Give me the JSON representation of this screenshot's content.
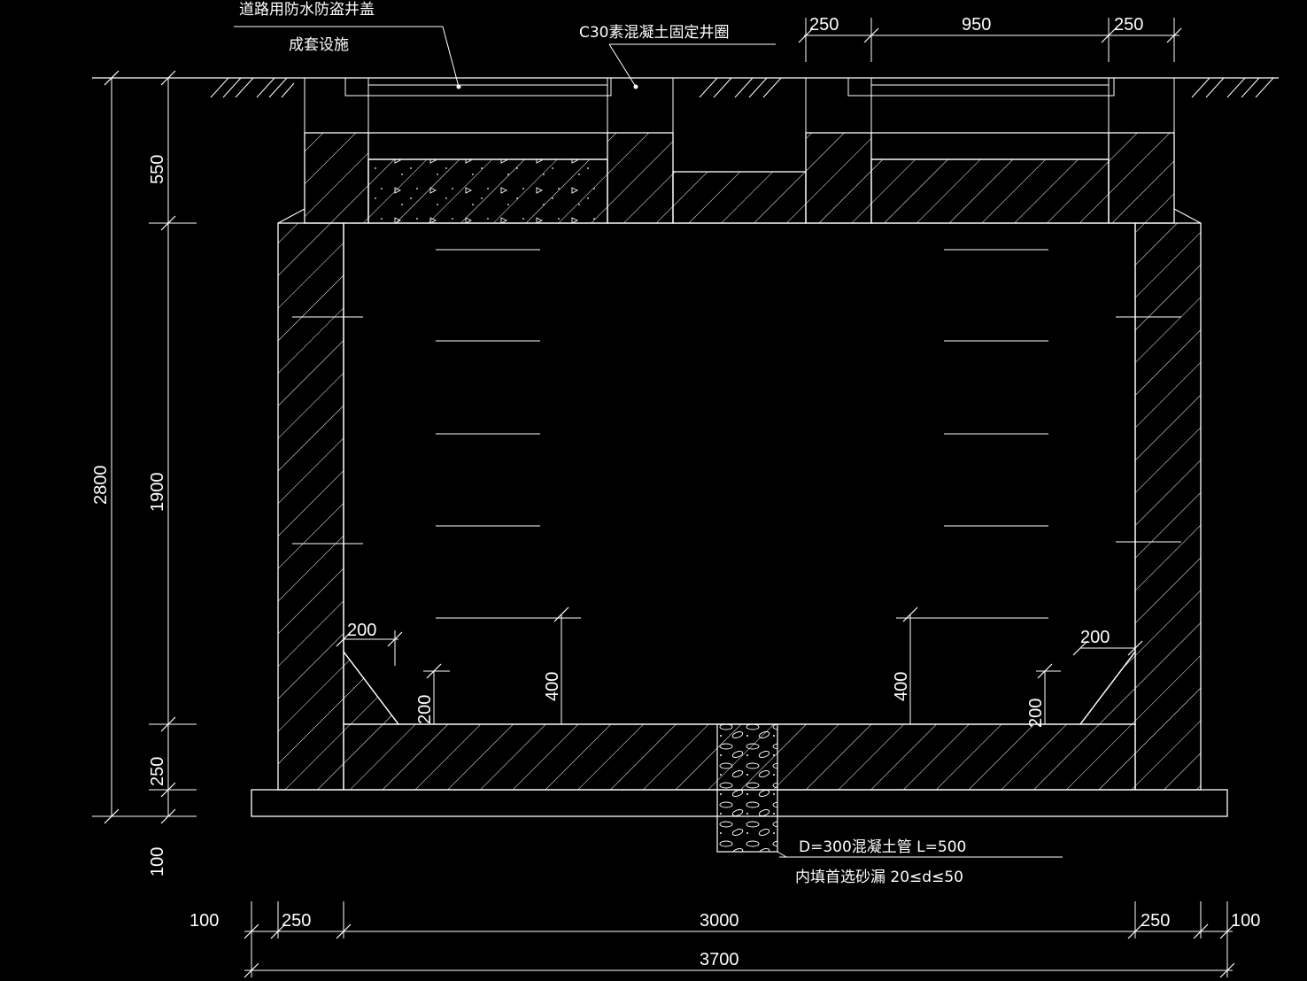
{
  "labels": {
    "cover_line1": "道路用防水防盗井盖",
    "cover_line2": "成套设施",
    "ring": "C30素混凝土固定井圈",
    "pipe_line1": "D=300混凝土管 L=500",
    "pipe_line2": "内填首选砂漏 20≤d≤50"
  },
  "dims": {
    "top_250_left": "250",
    "top_950": "950",
    "top_250_right": "250",
    "left_total": "2800",
    "left_550": "550",
    "left_1900": "1900",
    "left_250": "250",
    "left_100": "100",
    "bottom_100_left": "100",
    "bottom_250_left": "250",
    "bottom_3000": "3000",
    "bottom_250_right": "250",
    "bottom_100_right": "100",
    "bottom_total": "3700",
    "inner_200_left": "200",
    "inner_200_left_v": "200",
    "inner_400_left": "400",
    "inner_400_right": "400",
    "inner_200_right_v": "200",
    "inner_200_right": "200"
  }
}
